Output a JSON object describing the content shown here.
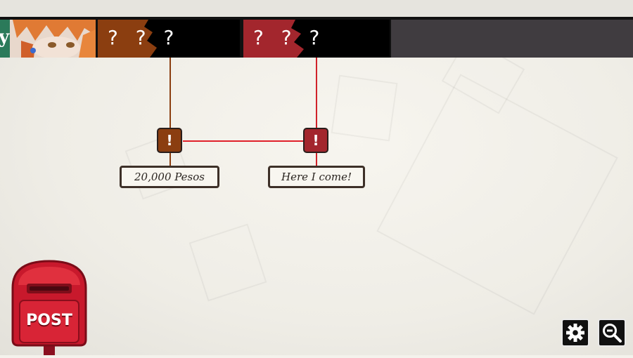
{
  "characters": {
    "portrait_partial_letter": "y",
    "unknown_1": {
      "label": "? ? ?",
      "color": "#8b3e10"
    },
    "unknown_2": {
      "label": "? ? ?",
      "color": "#a3262d"
    }
  },
  "events": [
    {
      "alert": "!",
      "label": "20,000 Pesos",
      "color": "#8b3e10"
    },
    {
      "alert": "!",
      "label": "Here I come!",
      "color": "#a3262d"
    }
  ],
  "post_box": {
    "label": "POST"
  },
  "controls": {
    "settings_icon": "gear-icon",
    "zoom_icon": "zoom-out-icon"
  }
}
